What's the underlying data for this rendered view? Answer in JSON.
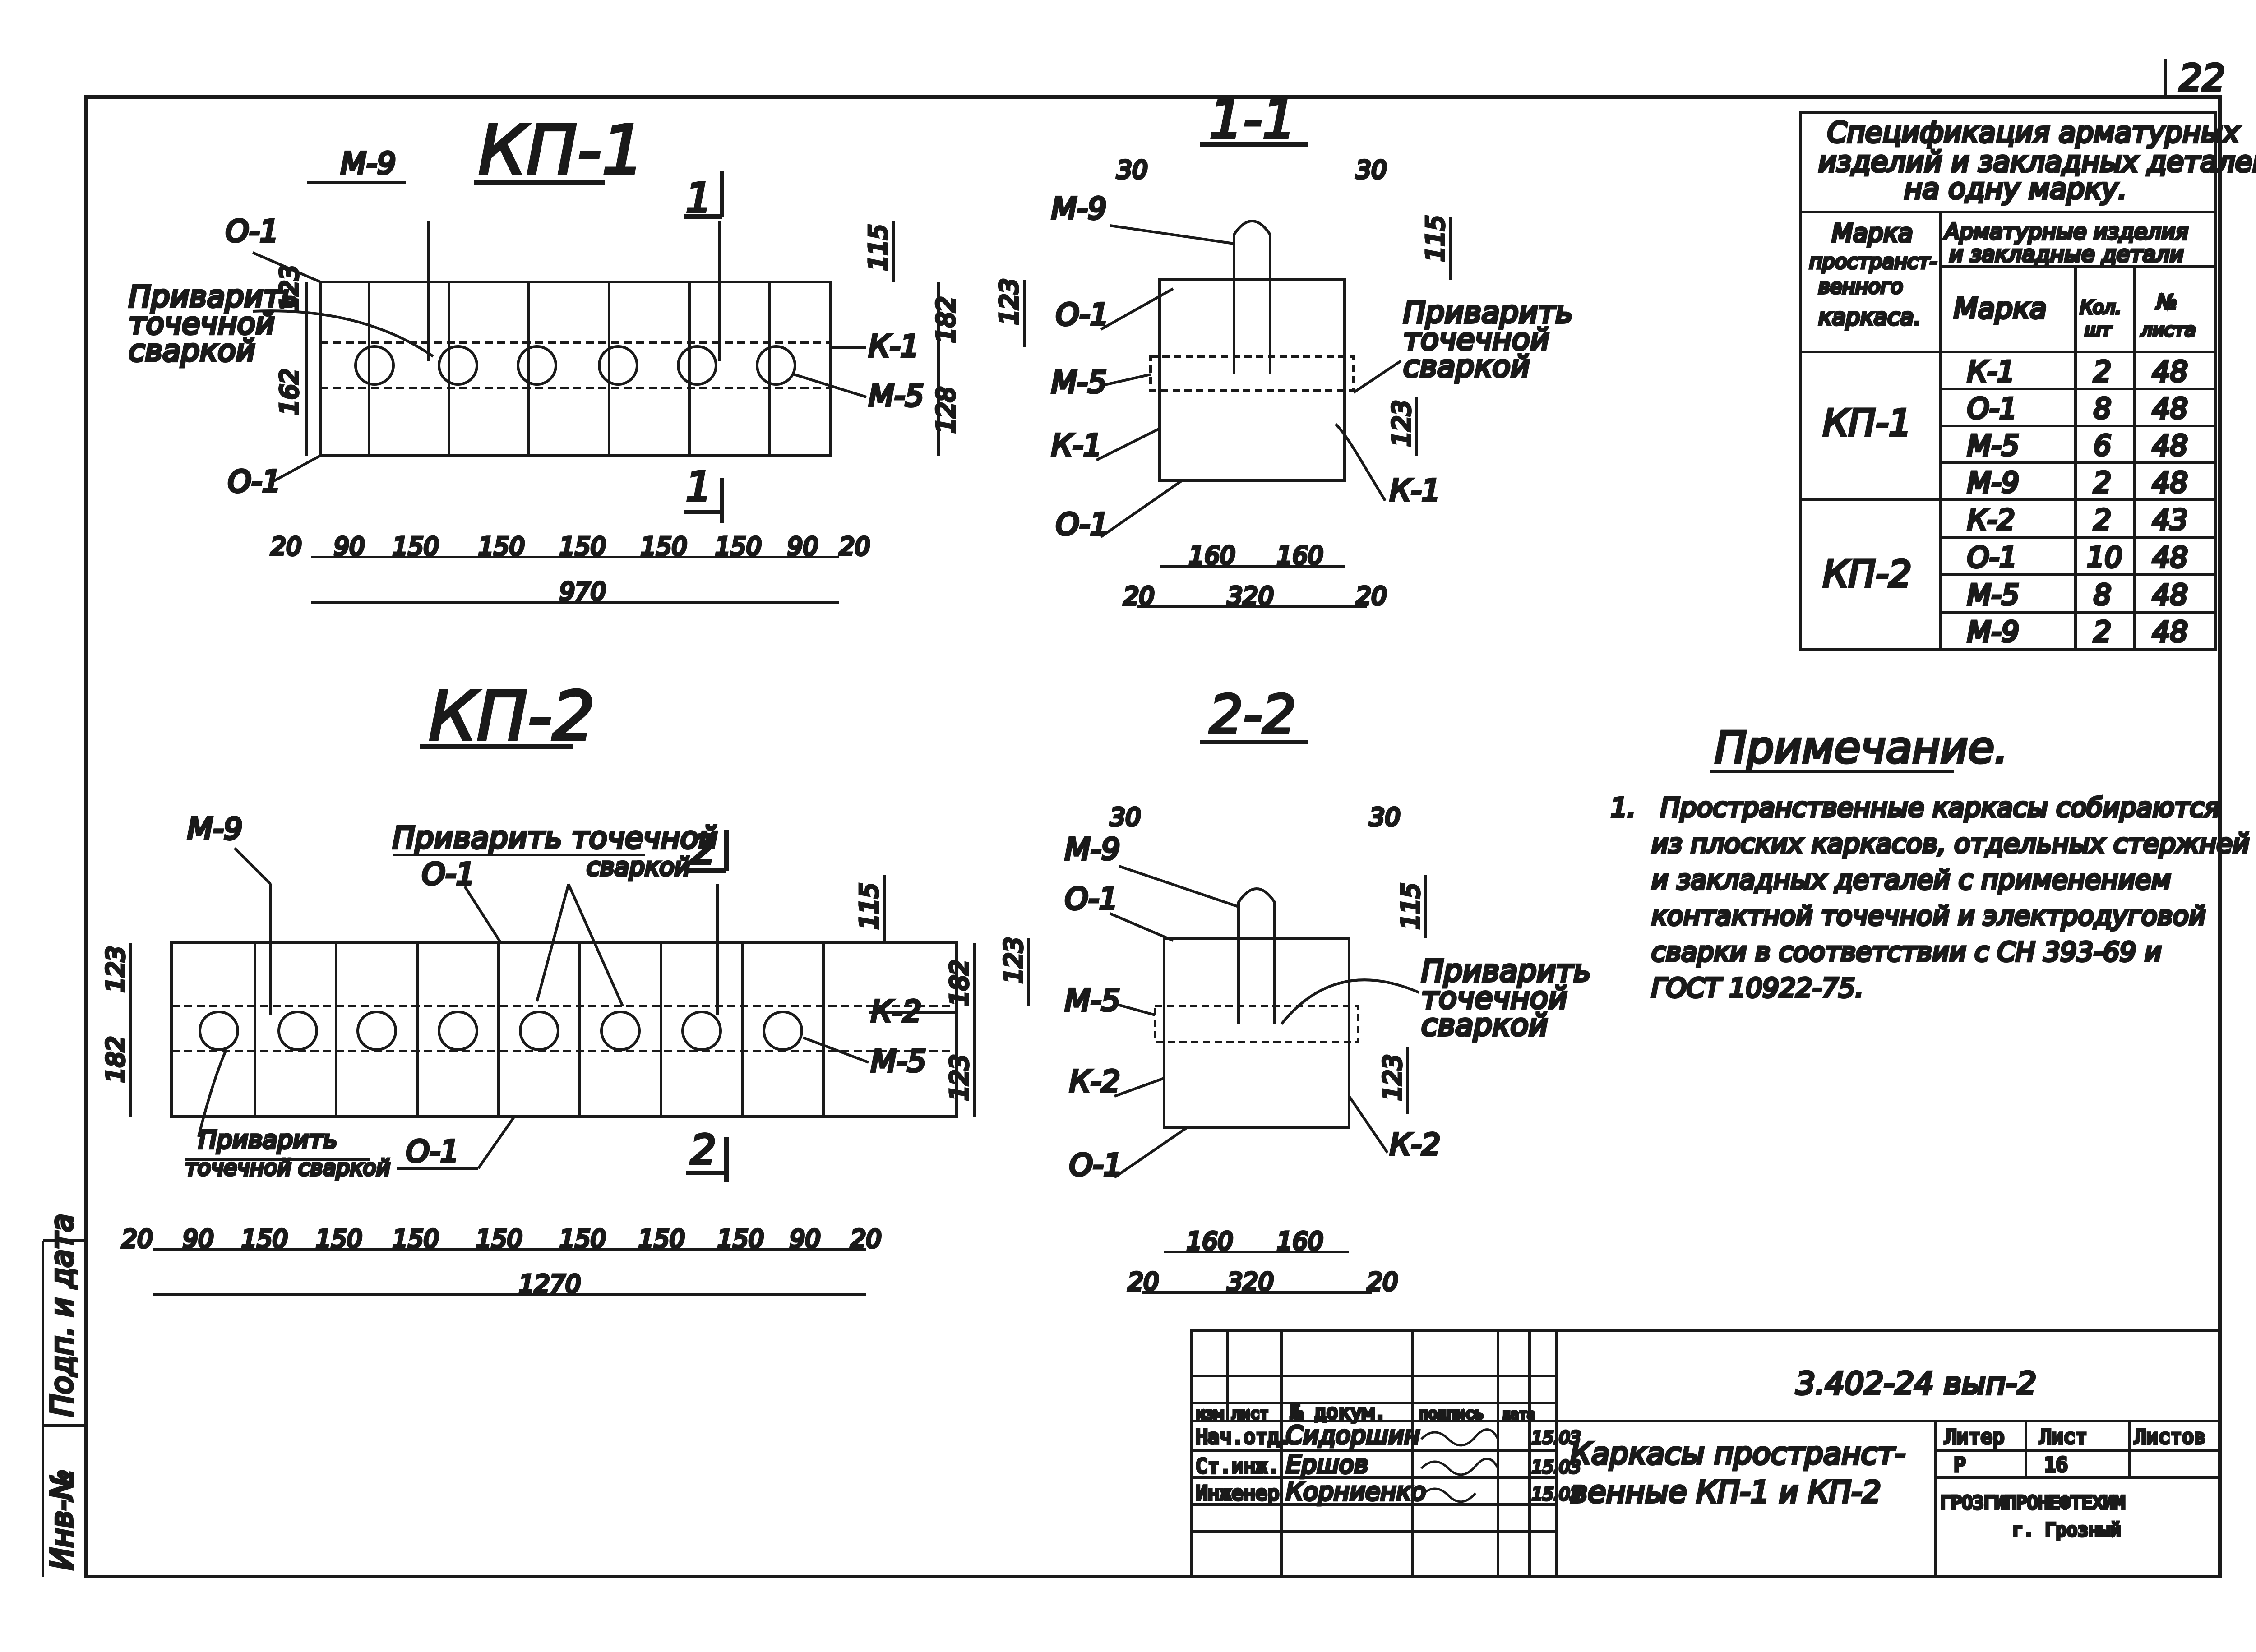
{
  "sheet": {
    "number": "22"
  },
  "kp1": {
    "title": "КП-1",
    "callouts": {
      "m9": "М-9",
      "o1_top": "О-1",
      "o1_bottom": "О-1",
      "weld_1": "Приварить",
      "weld_2": "точечной",
      "weld_3": "сваркой",
      "k1": "К-1",
      "m5": "М-5"
    },
    "cut_top": "1",
    "cut_bottom": "1",
    "dims": {
      "d115": "115",
      "d123": "123",
      "d162": "162",
      "d182": "182",
      "d128": "128",
      "segments": [
        "20",
        "90",
        "150",
        "150",
        "150",
        "150",
        "150",
        "90",
        "20"
      ],
      "total": "970"
    }
  },
  "section11": {
    "title": "1-1",
    "callouts": {
      "m9": "М-9",
      "o1": "О-1",
      "m5": "М-5",
      "k1_left": "К-1",
      "o1_bottom": "О-1",
      "weld_1": "Приварить",
      "weld_2": "точечной",
      "weld_3": "сваркой",
      "k1_right": "К-1"
    },
    "dims": {
      "d30a": "30",
      "d30b": "30",
      "d115": "115",
      "d123a": "123",
      "d123b": "123",
      "d160a": "160",
      "d160b": "160",
      "d320": "320",
      "d20a": "20",
      "d20b": "20"
    }
  },
  "kp2": {
    "title": "КП-2",
    "callouts": {
      "m9": "М-9",
      "weld_top_1": "Приварить точечной",
      "weld_top_2": "сваркой",
      "o1_top": "О-1",
      "k2": "К-2",
      "m5": "М-5",
      "weld_bot_1": "Приварить",
      "weld_bot_2": "точечной сваркой",
      "o1_bottom": "О-1"
    },
    "cut_top": "2",
    "cut_bottom": "2",
    "dims": {
      "d115": "115",
      "d123a": "123",
      "d182a": "182",
      "d182b": "182",
      "d123b": "123",
      "segments": [
        "20",
        "90",
        "150",
        "150",
        "150",
        "150",
        "150",
        "150",
        "150",
        "90",
        "20"
      ],
      "total": "1270"
    }
  },
  "section22": {
    "title": "2-2",
    "callouts": {
      "m9": "М-9",
      "o1": "О-1",
      "m5": "М-5",
      "k2_left": "К-2",
      "o1_bottom": "О-1",
      "weld_1": "Приварить",
      "weld_2": "точечной",
      "weld_3": "сваркой",
      "k2_right": "К-2"
    },
    "dims": {
      "d30a": "30",
      "d30b": "30",
      "d115": "115",
      "d123a": "123",
      "d123b": "123",
      "d160a": "160",
      "d160b": "160",
      "d320": "320",
      "d20a": "20",
      "d20b": "20"
    }
  },
  "spec_table": {
    "title_1": "Спецификация арматурных",
    "title_2": "изделий и закладных деталей",
    "title_3": "на одну марку.",
    "col_frame_1": "Марка",
    "col_frame_2": "пространст-",
    "col_frame_3": "венного",
    "col_frame_4": "каркаса.",
    "col_group_1": "Арматурные изделия",
    "col_group_2": "и закладные детали",
    "col_mark": "Марка",
    "col_qty_1": "Кол.",
    "col_qty_2": "шт",
    "col_sheet_1": "№",
    "col_sheet_2": "листа",
    "groups": [
      {
        "frame": "КП-1",
        "rows": [
          {
            "mark": "К-1",
            "qty": "2",
            "sheet": "48"
          },
          {
            "mark": "О-1",
            "qty": "8",
            "sheet": "48"
          },
          {
            "mark": "М-5",
            "qty": "6",
            "sheet": "48"
          },
          {
            "mark": "М-9",
            "qty": "2",
            "sheet": "48"
          }
        ]
      },
      {
        "frame": "КП-2",
        "rows": [
          {
            "mark": "К-2",
            "qty": "2",
            "sheet": "43"
          },
          {
            "mark": "О-1",
            "qty": "10",
            "sheet": "48"
          },
          {
            "mark": "М-5",
            "qty": "8",
            "sheet": "48"
          },
          {
            "mark": "М-9",
            "qty": "2",
            "sheet": "48"
          }
        ]
      }
    ]
  },
  "notes": {
    "heading": "Примечание.",
    "number": "1.",
    "lines": [
      "Пространственные каркасы собираются",
      "из плоских каркасов, отдельных стержней",
      "и закладных деталей с применением",
      "контактной точечной и электродуговой",
      "сварки в соответствии с СН 393-69 и",
      "ГОСТ 10922-75."
    ]
  },
  "side_stamp": {
    "text_1": "Инв-№",
    "text_2": "Подп. и дата"
  },
  "title_block": {
    "code": "3.402-24 вып-2",
    "h_izm": "изм",
    "h_list": "лист",
    "h_doc": "№ докум.",
    "h_sign": "подпись",
    "h_date": "дата",
    "people": [
      {
        "role": "Нач.отд.",
        "name": "Сидоршин",
        "date": "15.03"
      },
      {
        "role": "Ст.инж.",
        "name": "Ершов",
        "date": "15.03"
      },
      {
        "role": "Инженер",
        "name": "Корниенко",
        "date": "15.03"
      }
    ],
    "name_1": "Каркасы пространст-",
    "name_2": "венные КП-1 и КП-2",
    "h_stage": "Литер",
    "h_sheet": "Лист",
    "h_sheets": "Листов",
    "stage": "Р",
    "sheet": "16",
    "sheets": "",
    "org_1": "ГРОЗГИПРОНЕФТЕХИМ",
    "org_2": "г. Грозный"
  }
}
